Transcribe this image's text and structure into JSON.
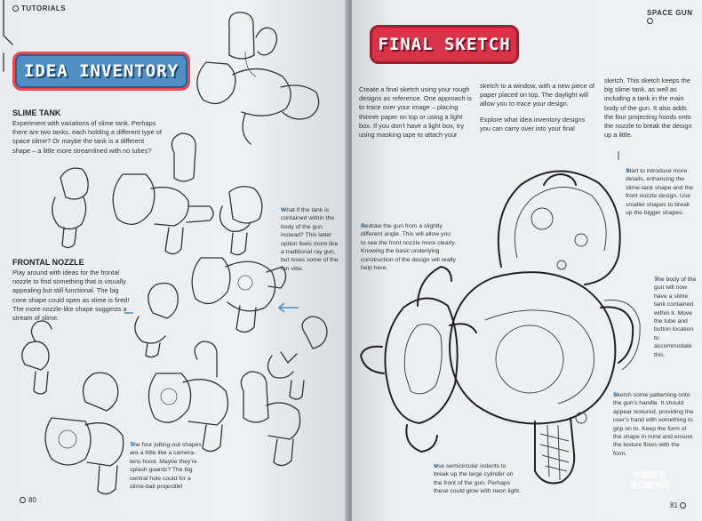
{
  "left_page": {
    "section_label": "TUTORIALS",
    "banner": "IDEA INVENTORY",
    "slime_tank": {
      "heading": "SLIME TANK",
      "body": "Experiment with variations of slime tank. Perhaps there are two tanks, each holding a different type of space slime? Or maybe the tank is a different shape – a little more streamlined with no tubes?"
    },
    "frontal_nozzle": {
      "heading": "FRONTAL NOZZLE",
      "body": "Play around with ideas for the frontal nozzle to find something that is visually appealing but still functional. The big cone shape could open as slime is fired! The more nozzle-like shape suggests a stream of slime."
    },
    "caption_tank": "What if the tank is contained within the body of the gun instead? This latter option feels more like a traditional ray gun, but loses some of the fun vibe.",
    "caption_hoods": "The four jutting-out shapes are a little like a camera-lens hood. Maybe they're splash guards? The big central hole could for a slime-ball projectile!",
    "page_number": "80"
  },
  "right_page": {
    "section_label": "SPACE GUN",
    "banner": "FINAL SKETCH",
    "body_col1": "Create a final sketch using your rough designs as reference. One approach is to trace over your image – placing thinner paper on top or using a light box. If you don't have a light box, try using masking tape to attach your",
    "body_col2a": "sketch to a window, with a new piece of paper placed on top. The daylight will allow you to trace your design.",
    "body_col2b": "Explore what idea inventory designs you can carry over into your final",
    "body_col3": "sketch. This sketch keeps the big slime tank, as well as including a tank in the main body of the gun. It also adds the four projecting hoods onto the nozzle to break the design up a little.",
    "caption_intro": "Start to introduce more details, enhancing the slime-tank shape and the front nozzle design. Use smaller shapes to break up the bigger shapes.",
    "caption_redraw": "Redraw the gun from a slightly different angle. This will allow you to see the front nozzle more clearly. Knowing the basic underlying construction of the design will really help here.",
    "caption_body": "The body of the gun will now have a slime tank contained within it. Move the tube and button location to accommodate this.",
    "caption_pattern": "Sketch some patterning onto the gun's handle. It should appear textured, providing the user's hand with something to grip on to. Keep the form of the shape in mind and ensure the texture flows with the form.",
    "caption_indents": "Use semicircular indents to break up the large cylinder on the front of the gun. Perhaps these could glow with neon light.",
    "page_number": "81"
  },
  "colors": {
    "banner_blue": "#4f8fc4",
    "banner_red": "#d9334a",
    "accent_border": "#e54a55"
  }
}
